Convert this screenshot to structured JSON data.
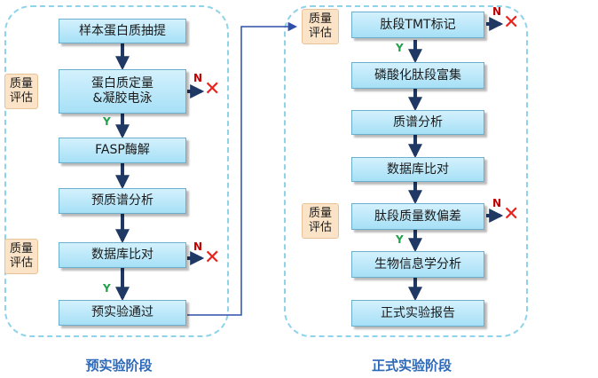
{
  "left_stage": {
    "caption": "预实验阶段",
    "steps": [
      "样本蛋白质抽提",
      "蛋白质定量\n&凝胶电泳",
      "FASP酶解",
      "预质谱分析",
      "数据库比对",
      "预实验通过"
    ]
  },
  "right_stage": {
    "caption": "正式实验阶段",
    "steps": [
      "肽段TMT标记",
      "磷酸化肽段富集",
      "质谱分析",
      "数据库比对",
      "肽段质量数偏差",
      "生物信息学分析",
      "正式实验报告"
    ]
  },
  "qa": {
    "line1": "质量",
    "line2": "评估"
  },
  "labels": {
    "no": "N",
    "yes": "Y",
    "cross": "✕"
  },
  "colors": {
    "step_fill": "#b5e5f8",
    "step_border": "#6aafcc",
    "qa_fill": "#fbe3c7",
    "panel_border": "#8fd3ea",
    "arrow": "#1f3864",
    "connector": "#2f4fa8",
    "no_label": "#c00000",
    "yes_label": "#1fa24a",
    "cross": "#e8231f",
    "caption": "#2c68b8"
  }
}
